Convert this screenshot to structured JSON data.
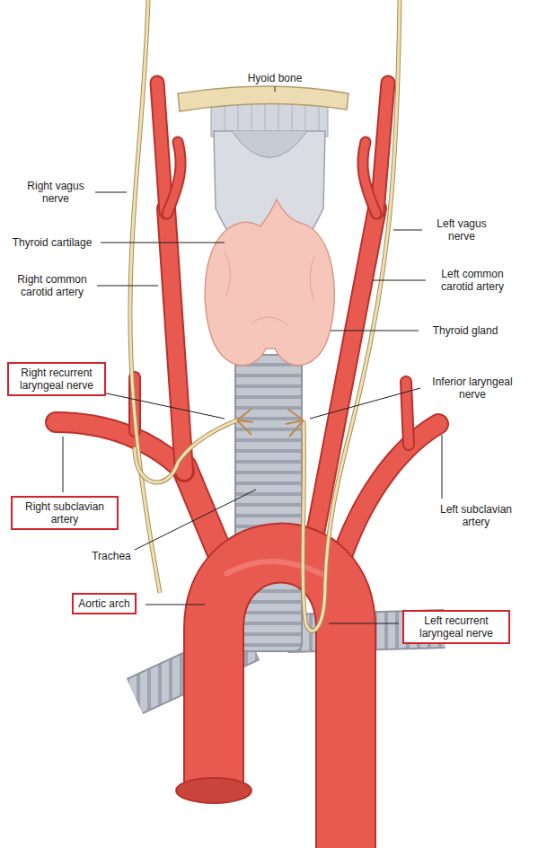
{
  "diagram": {
    "nodes": [
      {
        "text": [
          "Right recurrent laryngeal nerve"
        ]
      },
      {
        "text": [
          "Right subclavian artery"
        ]
      },
      {
        "text": [
          "Aortic arch"
        ]
      },
      {
        "text": [
          "Left recurrent laryngeal nerve"
        ]
      }
    ],
    "labels": [
      "Hyoid bone",
      "Right vagus nerve",
      "Left vagus nerve",
      "Thyroid cartilage",
      "Right common carotid artery",
      "Left common carotid artery",
      "Thyroid gland",
      "Inferior laryngeal nerve",
      "Left subclavian artery",
      "Trachea"
    ]
  }
}
